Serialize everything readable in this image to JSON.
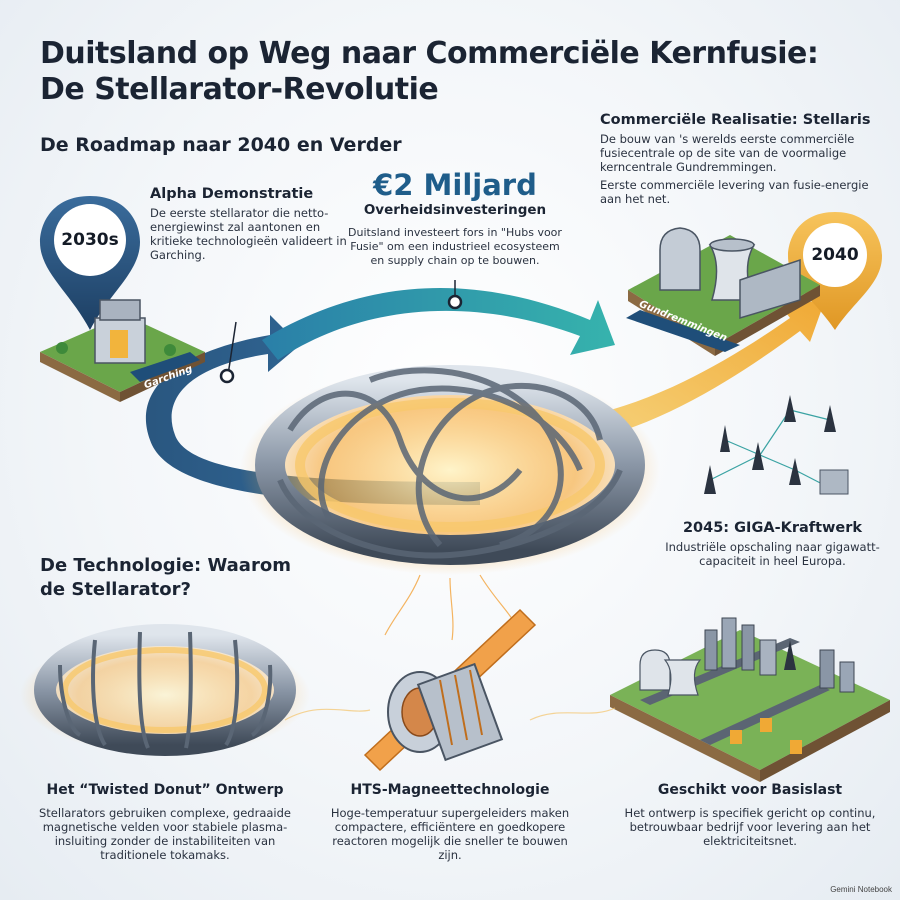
{
  "title": "Duitsland op Weg naar Commerciële Kernfusie: De Stellarator-Revolutie",
  "roadmap_title": "De Roadmap naar 2040 en Verder",
  "alpha": {
    "pin": "2030s",
    "heading": "Alpha Demonstratie",
    "text": "De eerste stellarator die netto-energiewinst zal aantonen en kritieke technologieën valideert in Garching.",
    "site": "Garching"
  },
  "investment": {
    "amount": "€2 Miljard",
    "heading": "Overheidsinvesteringen",
    "text": "Duitsland investeert fors in \"Hubs voor Fusie\" om een industrieel ecosysteem en supply chain op te bouwen."
  },
  "stellaris": {
    "heading": "Commerciële Realisatie: Stellaris",
    "text1": "De bouw van 's werelds eerste commerciële fusiecentrale op de site van de voormalige kerncentrale Gundremmingen.",
    "text2": "Eerste commerciële levering van fusie-energie aan het net.",
    "pin": "2040",
    "site": "Gundremmingen"
  },
  "giga": {
    "heading": "2045: GIGA-Kraftwerk",
    "text": "Industriële opschaling naar gigawatt-capaciteit in heel Europa."
  },
  "tech_title": "De Technologie: Waarom de Stellarator?",
  "twisted": {
    "heading": "Het “Twisted Donut” Ontwerp",
    "text": "Stellarators gebruiken complexe, gedraaide magnetische velden voor stabiele plasma-insluiting zonder de instabiliteiten van traditionele tokamaks."
  },
  "hts": {
    "heading": "HTS-Magneettechnologie",
    "text": "Hoge-temperatuur supergeleiders maken compactere, efficiëntere en goedkopere reactoren mogelijk die sneller te bouwen zijn."
  },
  "baseload": {
    "heading": "Geschikt voor Basislast",
    "text": "Het ontwerp is specifiek gericht op continu, betrouwbaar bedrijf voor levering aan het elektriciteitsnet."
  },
  "watermark": "Gemini Notebook",
  "colors": {
    "navy": "#1f4e79",
    "teal": "#2a9ca8",
    "gold": "#f0b13a",
    "dark_text": "#1b2433",
    "plasma": "#f6b04a"
  }
}
